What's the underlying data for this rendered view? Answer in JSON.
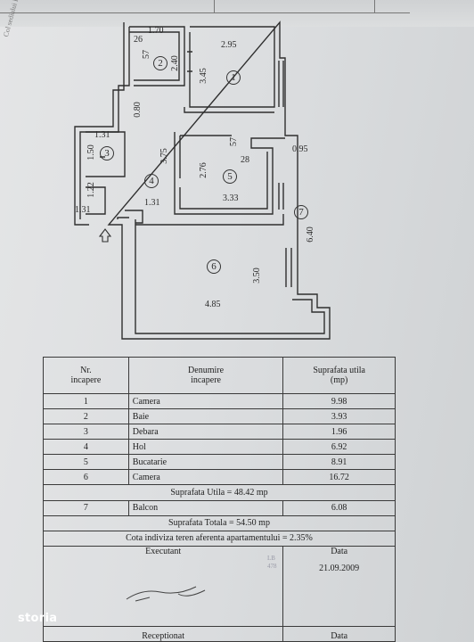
{
  "side_note": "Col sediului Inst",
  "floor_plan": {
    "dimensions": [
      "1.70",
      "26",
      "57",
      "2.40",
      "2.95",
      "3.45",
      "0.80",
      "1.31",
      "1.50",
      "1.22",
      "1.31",
      "1.31",
      "3.75",
      "57",
      "28",
      "0.95",
      "2.76",
      "3.33",
      "6.40",
      "3.50",
      "4.85"
    ],
    "room_numbers": [
      "1",
      "2",
      "3",
      "4",
      "5",
      "6",
      "7"
    ]
  },
  "table": {
    "headers": {
      "nr": "Nr.\nincapere",
      "name": "Denumire\nincapere",
      "area": "Suprafata utila\n(mp)"
    },
    "rows": [
      {
        "nr": "1",
        "name": "Camera",
        "area": "9.98"
      },
      {
        "nr": "2",
        "name": "Baie",
        "area": "3.93"
      },
      {
        "nr": "3",
        "name": "Debara",
        "area": "1.96"
      },
      {
        "nr": "4",
        "name": "Hol",
        "area": "6.92"
      },
      {
        "nr": "5",
        "name": "Bucatarie",
        "area": "8.91"
      },
      {
        "nr": "6",
        "name": "Camera",
        "area": "16.72"
      }
    ],
    "useful_total": "Suprafata Utila = 48.42 mp",
    "balcony": {
      "nr": "7",
      "name": "Balcon",
      "area": "6.08"
    },
    "grand_total": "Suprafata Totala = 54.50 mp",
    "land_share": "Cota indiviza teren aferenta apartamentului = 2.35%",
    "executant_label": "Executant",
    "date_label": "Data",
    "date_value": "21.09.2009",
    "receptionist_label": "Receptionat",
    "date_label_2": "Data",
    "stamp_text": "LB\n478"
  },
  "watermark": "storia"
}
